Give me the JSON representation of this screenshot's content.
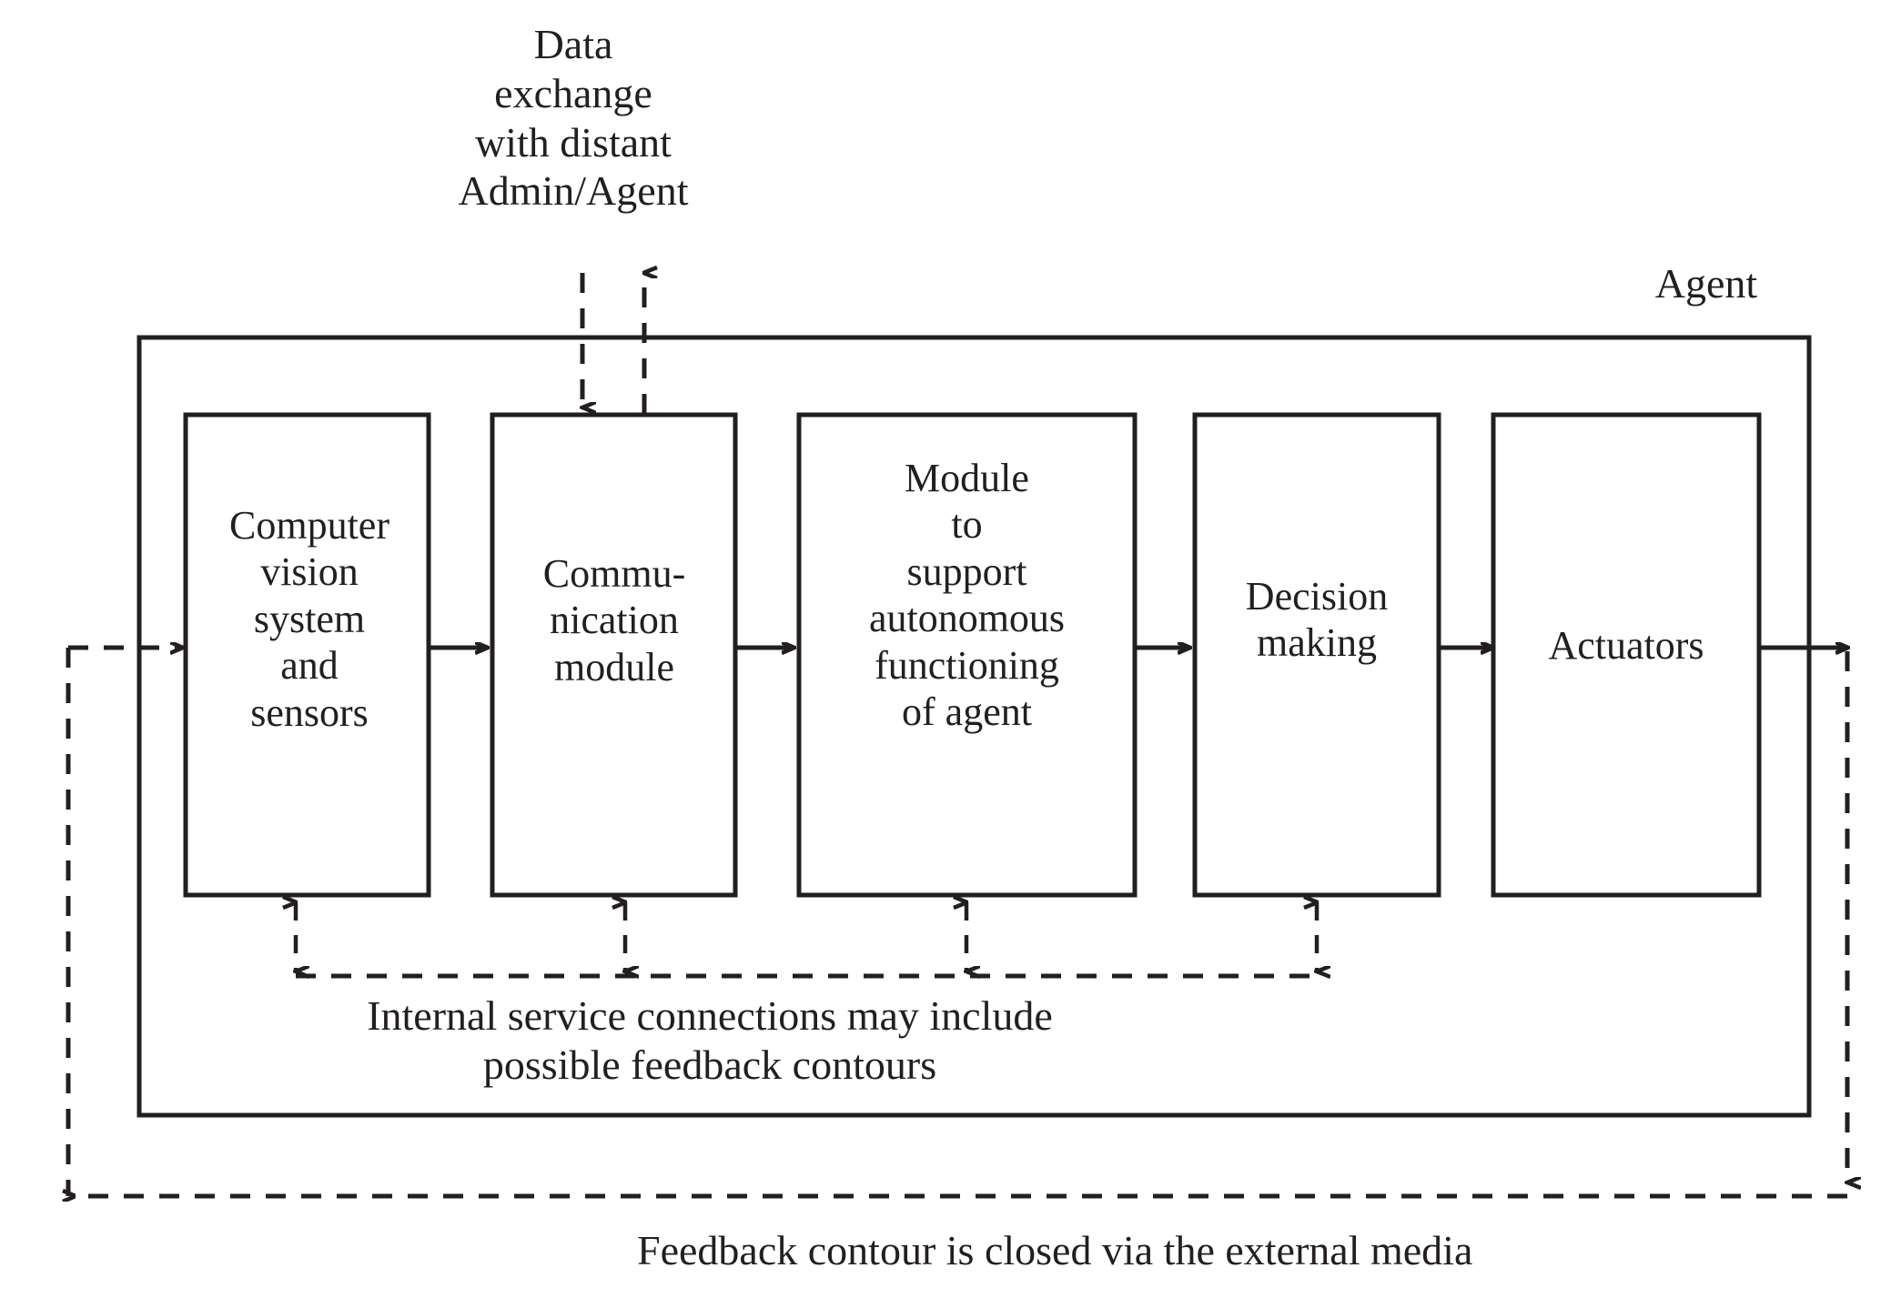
{
  "diagram": {
    "title_label": "Agent",
    "top_annotation": "Data\nexchange\nwith distant\nAdmin/Agent",
    "internal_annotation": "Internal service connections may include\npossible feedback contours",
    "bottom_caption": "Feedback contour is closed via the external media",
    "stroke_color": "#231f20",
    "background_color": "#ffffff",
    "boxes": [
      {
        "id": "computer-vision",
        "label": "Computer\nvision\nsystem\nand\nsensors"
      },
      {
        "id": "communication-module",
        "label": "Commu-\nnication\nmodule"
      },
      {
        "id": "autonomy-module",
        "label": "Module\nto\nsupport\nautonomous\nfunctioning\nof agent"
      },
      {
        "id": "decision-making",
        "label": "Decision\nmaking"
      },
      {
        "id": "actuators",
        "label": "Actuators"
      }
    ],
    "connections": [
      {
        "id": "external-input",
        "style": "dashed",
        "direction": "right",
        "from": "external-media",
        "to": "computer-vision"
      },
      {
        "id": "cv-to-comm",
        "style": "solid",
        "direction": "right",
        "from": "computer-vision",
        "to": "communication-module"
      },
      {
        "id": "comm-to-autonomy",
        "style": "solid",
        "direction": "right",
        "from": "communication-module",
        "to": "autonomy-module"
      },
      {
        "id": "autonomy-to-decision",
        "style": "solid",
        "direction": "right",
        "from": "autonomy-module",
        "to": "decision-making"
      },
      {
        "id": "decision-to-actuators",
        "style": "solid",
        "direction": "right",
        "from": "decision-making",
        "to": "actuators"
      },
      {
        "id": "actuators-to-external",
        "style": "solid",
        "direction": "right",
        "from": "actuators",
        "to": "external-media"
      },
      {
        "id": "admin-downlink",
        "style": "dashed",
        "direction": "down",
        "from": "distant-admin",
        "to": "communication-module"
      },
      {
        "id": "admin-uplink",
        "style": "dashed",
        "direction": "up",
        "from": "communication-module",
        "to": "distant-admin"
      },
      {
        "id": "service-cv",
        "style": "dashed",
        "direction": "both",
        "from": "computer-vision",
        "to": "service-bus"
      },
      {
        "id": "service-comm",
        "style": "dashed",
        "direction": "both",
        "from": "communication-module",
        "to": "service-bus"
      },
      {
        "id": "service-autonomy",
        "style": "dashed",
        "direction": "both",
        "from": "autonomy-module",
        "to": "service-bus"
      },
      {
        "id": "service-decision",
        "style": "dashed",
        "direction": "both",
        "from": "decision-making",
        "to": "service-bus"
      },
      {
        "id": "feedback-contour",
        "style": "dashed",
        "direction": "left",
        "from": "actuators",
        "to": "computer-vision"
      }
    ]
  }
}
